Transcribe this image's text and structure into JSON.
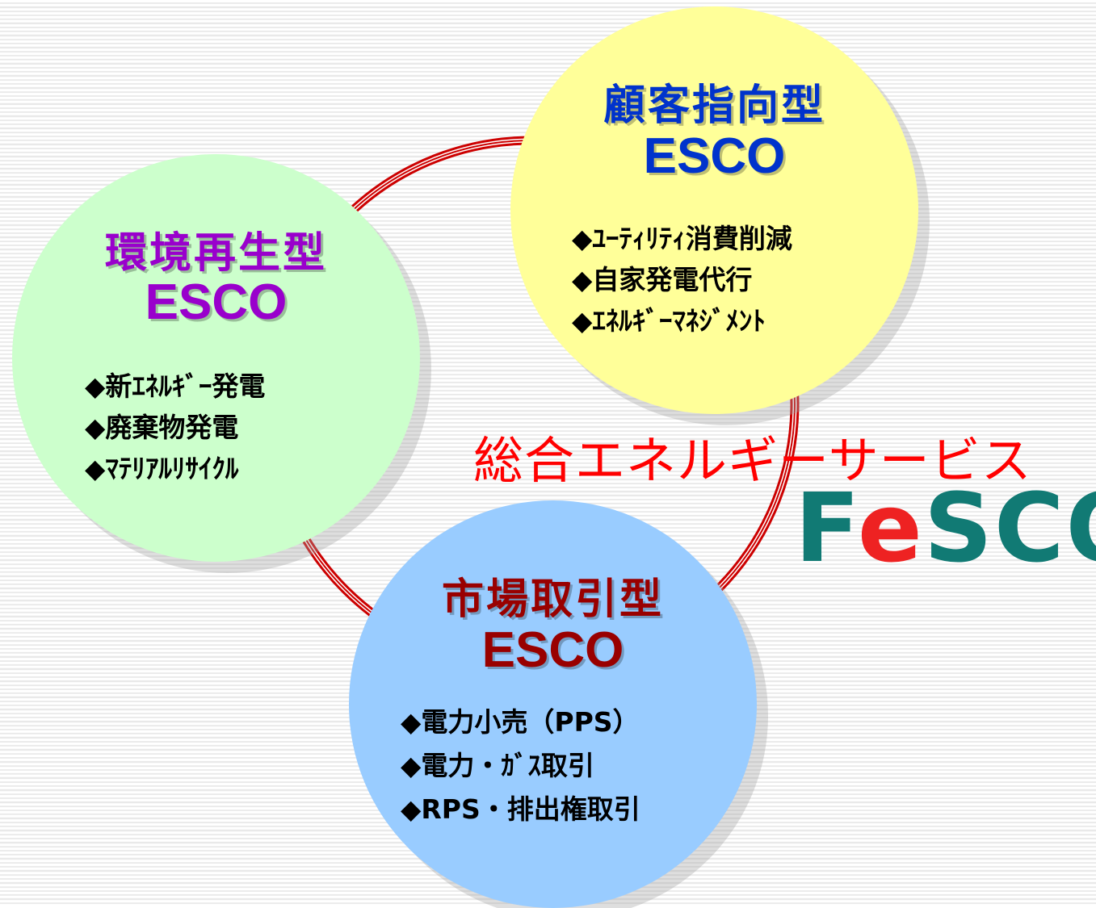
{
  "diagram": {
    "circles": [
      {
        "id": "green",
        "title": "環境再生型",
        "subtitle": "ESCO",
        "items": [
          "◆新ｴﾈﾙｷﾞｰ発電",
          "◆廃棄物発電",
          "◆ﾏﾃﾘｱﾙﾘｻｲｸﾙ"
        ]
      },
      {
        "id": "yellow",
        "title": "顧客指向型",
        "subtitle": "ESCO",
        "items": [
          "◆ﾕｰﾃｨﾘﾃｨ消費削減",
          "◆自家発電代行",
          "◆ｴﾈﾙｷﾞｰﾏﾈｼﾞﾒﾝﾄ"
        ]
      },
      {
        "id": "blue",
        "title": "市場取引型",
        "subtitle": "ESCO",
        "items": [
          "◆電力小売（PPS）",
          "◆電力・ｶﾞｽ取引",
          "◆RPS・排出権取引"
        ]
      }
    ],
    "tagline": "総合エネルギーサービス",
    "logo_text": "FeSCO",
    "colors": {
      "green_circle": "#ccffcc",
      "yellow_circle": "#ffff99",
      "blue_circle": "#99ccff",
      "green_title": "#9900cc",
      "yellow_title": "#0033cc",
      "blue_title": "#990000",
      "ring": "#cc0000",
      "tagline": "#ff0000",
      "logo_teal": "#117a74",
      "logo_red": "#ee2222"
    }
  }
}
